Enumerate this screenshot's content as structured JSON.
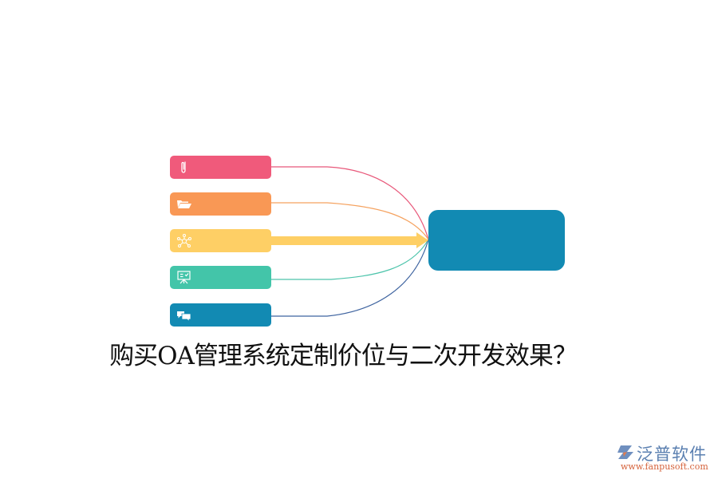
{
  "diagram": {
    "title": "购买OA管理系统定制价位与二次开发效果？",
    "center_node": {
      "label": "",
      "color": "#128ab3"
    },
    "nodes": [
      {
        "label": "",
        "icon": "paperclip-icon",
        "color": "#f05a7b",
        "line_color": "#e8587a"
      },
      {
        "label": "",
        "icon": "folder-open-icon",
        "color": "#f99855",
        "line_color": "#f5a25f"
      },
      {
        "label": "",
        "icon": "network-hub-icon",
        "color": "#fecf65",
        "line_color": "#fecf65",
        "highlighted": true
      },
      {
        "label": "",
        "icon": "presentation-board-icon",
        "color": "#43c5a9",
        "line_color": "#4dc4ab"
      },
      {
        "label": "",
        "icon": "chat-bubbles-icon",
        "color": "#128ab3",
        "line_color": "#3f64a0"
      }
    ]
  },
  "watermark": {
    "brand": "泛普软件",
    "url": "www.fanpusoft.com",
    "brand_color": "#5a7fb0",
    "url_color": "#d5623b"
  }
}
